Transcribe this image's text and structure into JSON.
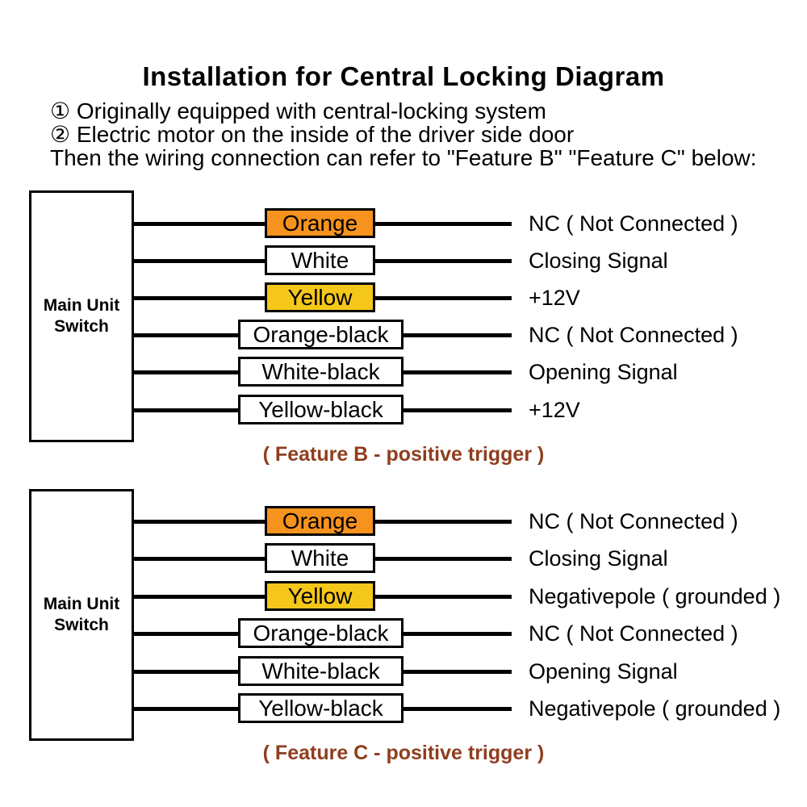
{
  "header": {
    "title": "Installation for Central Locking Diagram",
    "lines": [
      "① Originally equipped with central-locking system",
      "② Electric motor on the inside of the driver side door",
      "Then the wiring connection can refer to \"Feature B\" \"Feature C\" below:"
    ]
  },
  "colors": {
    "wire_line": "#000000",
    "orange_box": "#F6921E",
    "yellow_box": "#F5C71B",
    "white_box": "#FFFFFF",
    "caption_text": "#8F3E1E"
  },
  "sections": [
    {
      "id": "feature-b",
      "unit": [
        "Main Unit",
        "Switch"
      ],
      "caption": "( Feature B - positive trigger )",
      "rows": [
        {
          "wire": "Orange",
          "fill": "#F6921E",
          "function": "NC ( Not Connected )"
        },
        {
          "wire": "White",
          "fill": "#FFFFFF",
          "function": "Closing Signal"
        },
        {
          "wire": "Yellow",
          "fill": "#F5C71B",
          "function": "+12V"
        },
        {
          "wire": "Orange-black",
          "fill": "#FFFFFF",
          "function": "NC ( Not Connected )"
        },
        {
          "wire": "White-black",
          "fill": "#FFFFFF",
          "function": "Opening Signal"
        },
        {
          "wire": "Yellow-black",
          "fill": "#FFFFFF",
          "function": "+12V"
        }
      ]
    },
    {
      "id": "feature-c",
      "unit": [
        "Main Unit",
        "Switch"
      ],
      "caption": "( Feature C - positive trigger )",
      "rows": [
        {
          "wire": "Orange",
          "fill": "#F6921E",
          "function": "NC ( Not Connected )"
        },
        {
          "wire": "White",
          "fill": "#FFFFFF",
          "function": "Closing Signal"
        },
        {
          "wire": "Yellow",
          "fill": "#F5C71B",
          "function": "Negativepole ( grounded )"
        },
        {
          "wire": "Orange-black",
          "fill": "#FFFFFF",
          "function": "NC ( Not Connected )"
        },
        {
          "wire": "White-black",
          "fill": "#FFFFFF",
          "function": "Opening Signal"
        },
        {
          "wire": "Yellow-black",
          "fill": "#FFFFFF",
          "function": "Negativepole ( grounded )"
        }
      ]
    }
  ]
}
